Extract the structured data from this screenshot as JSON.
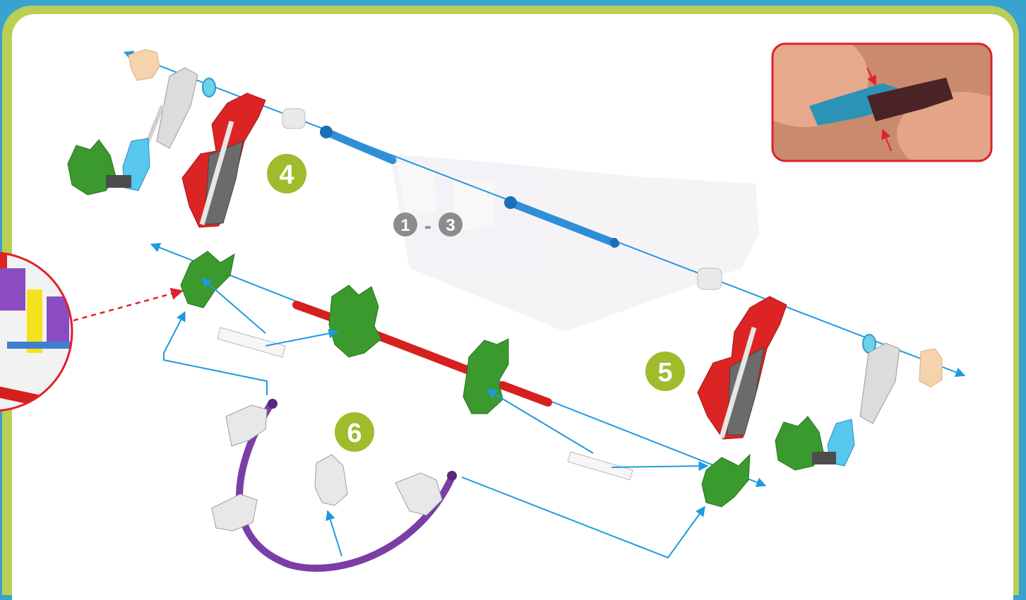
{
  "steps": {
    "step_4": "4",
    "step_5": "5",
    "step_6": "6",
    "range_start": "1",
    "range_separator": "-",
    "range_end": "3"
  },
  "colors": {
    "background": "#3aa2cf",
    "frame": "#b9cf56",
    "step_badge": "#9ebc2c",
    "range_badge": "#8c8c8c",
    "arrow": "#1f9ae0",
    "callout": "#e0202b",
    "connector_red": "#dc2424",
    "connector_green": "#3a9a2e",
    "connector_white": "#dcdcdc",
    "rod_blue": "#2f8fd6",
    "rod_red": "#d6201e",
    "rod_purple": "#7b3ea6",
    "connector_light_blue": "#4fc3ea",
    "connector_dark_gray": "#5c5c5c",
    "clip_peach": "#f5d3ad"
  },
  "icons": {
    "detail_inset": "connector-snap-photo",
    "zoom_callout": "magnified-detail-circle"
  }
}
